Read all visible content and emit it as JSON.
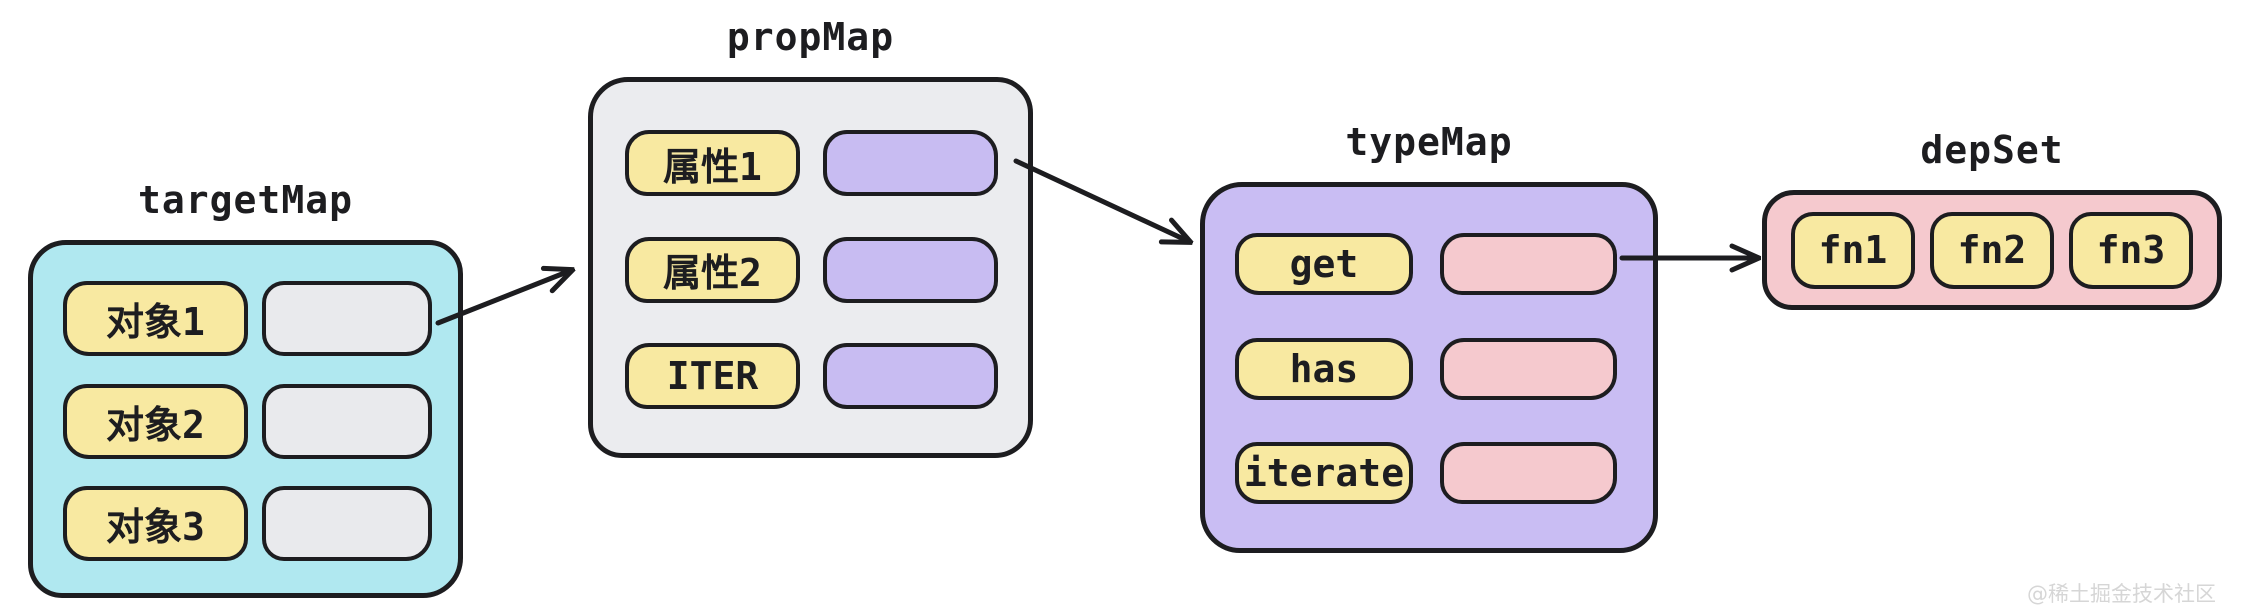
{
  "nodes": {
    "targetMap": {
      "title": "targetMap",
      "rows": [
        {
          "key": "对象1",
          "value": ""
        },
        {
          "key": "对象2",
          "value": ""
        },
        {
          "key": "对象3",
          "value": ""
        }
      ]
    },
    "propMap": {
      "title": "propMap",
      "rows": [
        {
          "key": "属性1",
          "value": ""
        },
        {
          "key": "属性2",
          "value": ""
        },
        {
          "key": "ITER",
          "value": ""
        }
      ]
    },
    "typeMap": {
      "title": "typeMap",
      "rows": [
        {
          "key": "get",
          "value": ""
        },
        {
          "key": "has",
          "value": ""
        },
        {
          "key": "iterate",
          "value": ""
        }
      ]
    },
    "depSet": {
      "title": "depSet",
      "items": [
        "fn1",
        "fn2",
        "fn3"
      ]
    }
  },
  "arrows": [
    {
      "name": "targetmap-obj1-to-propmap"
    },
    {
      "name": "propmap-prop1-to-typemap"
    },
    {
      "name": "typemap-get-to-depset"
    }
  ],
  "watermark": {
    "text": "@稀土掘金技术社区"
  },
  "colors": {
    "ink": "#1d1d20",
    "canvas_bg": "#ffffff",
    "targetmap_fill": "#b0e8f0",
    "propmap_fill": "#ebecef",
    "typemap_fill": "#c9bdf3",
    "depset_fill": "#f5c9ce",
    "key_pill_fill": "#f8e9a1",
    "value_pill_gray": "#e9eaed",
    "value_pill_purple": "#c8bcf2",
    "value_pill_pink": "#f5c9ce",
    "watermark_color": "#d6d6d6"
  }
}
